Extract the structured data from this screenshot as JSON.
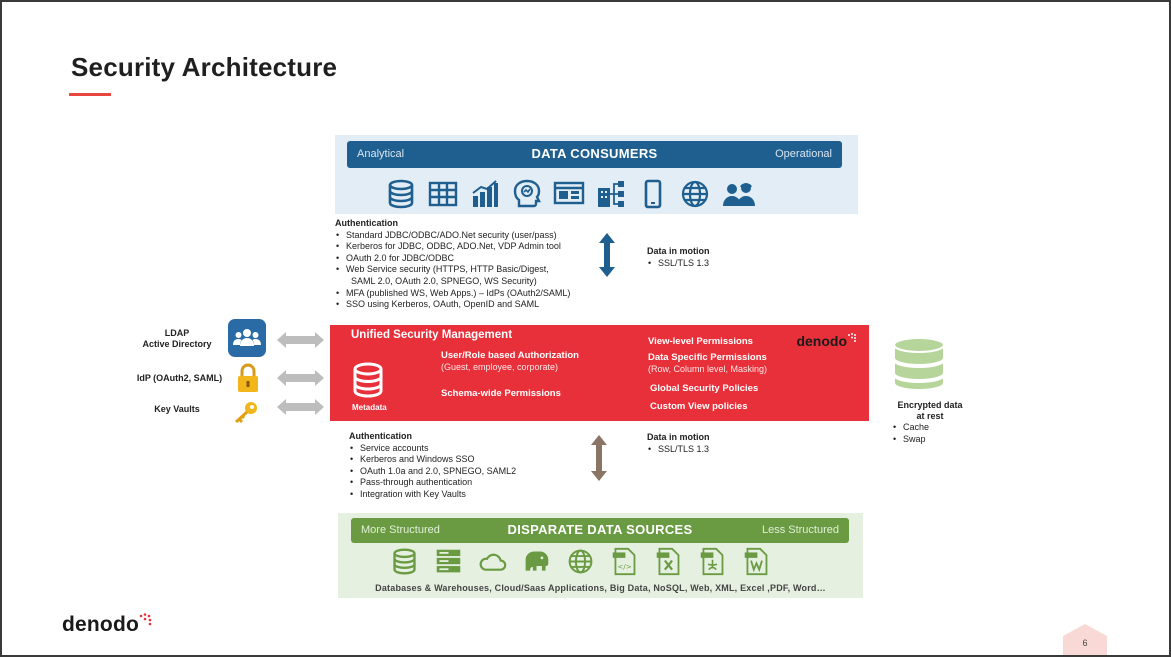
{
  "slide": {
    "title": "Security Architecture",
    "page_number": "6",
    "logo_text": "denodo"
  },
  "consumers": {
    "left_label": "Analytical",
    "title": "DATA CONSUMERS",
    "right_label": "Operational",
    "icons": [
      "database-icon",
      "table-icon",
      "bar-chart-icon",
      "head-analytics-icon",
      "dashboard-icon",
      "org-chart-icon",
      "mobile-icon",
      "globe-icon",
      "users-icon"
    ]
  },
  "auth_top": {
    "heading": "Authentication",
    "items": [
      "Standard JDBC/ODBC/ADO.Net security (user/pass)",
      "Kerberos for JDBC, ODBC, ADO.Net, VDP Admin tool",
      "OAuth 2.0 for JDBC/ODBC",
      "Web Service security (HTTPS, HTTP Basic/Digest,",
      "MFA (published WS, Web Apps.) – IdPs (OAuth2/SAML)",
      "SSO using Kerberos, OAuth, OpenID and SAML"
    ],
    "continuation": "SAML 2.0, OAuth 2.0, SPNEGO, WS Security)"
  },
  "motion_top": {
    "heading": "Data in motion",
    "item": "SSL/TLS 1.3"
  },
  "left": {
    "ldap_line1": "LDAP",
    "ldap_line2": "Active Directory",
    "idp": "IdP (OAuth2, SAML)",
    "vaults": "Key Vaults"
  },
  "usm": {
    "title": "Unified Security Management",
    "brand": "denodo",
    "metadata_label": "Metadata",
    "role_auth": "User/Role based Authorization",
    "role_auth_sub": "(Guest, employee, corporate)",
    "schema_perm": "Schema-wide Permissions",
    "view_perm": "View-level Permissions",
    "data_perm": "Data Specific Permissions",
    "data_perm_sub": "(Row, Column level, Masking)",
    "global_policies": "Global Security Policies",
    "custom_policies": "Custom View policies"
  },
  "encrypted": {
    "line1": "Encrypted data",
    "line2": "at rest",
    "items": [
      "Cache",
      "Swap"
    ]
  },
  "auth_bottom": {
    "heading": "Authentication",
    "items": [
      "Service accounts",
      "Kerberos and Windows SSO",
      "OAuth 1.0a and 2.0, SPNEGO, SAML2",
      "Pass-through authentication",
      "Integration with Key Vaults"
    ]
  },
  "motion_bottom": {
    "heading": "Data in motion",
    "item": "SSL/TLS 1.3"
  },
  "sources": {
    "left_label": "More Structured",
    "title": "DISPARATE DATA SOURCES",
    "right_label": "Less Structured",
    "caption": "Databases & Warehouses, Cloud/Saas Applications, Big Data, NoSQL, Web, XML, Excel ,PDF, Word…",
    "icons": [
      "database-icon",
      "server-icon",
      "cloud-icon",
      "elephant-icon",
      "globe-icon",
      "xml-file-icon",
      "excel-file-icon",
      "pdf-file-icon",
      "word-file-icon"
    ]
  },
  "colors": {
    "accent_red": "#e8303a",
    "consumer_blue": "#1f5f8f",
    "source_green": "#6a9b43",
    "title_underline": "#e8463f"
  }
}
